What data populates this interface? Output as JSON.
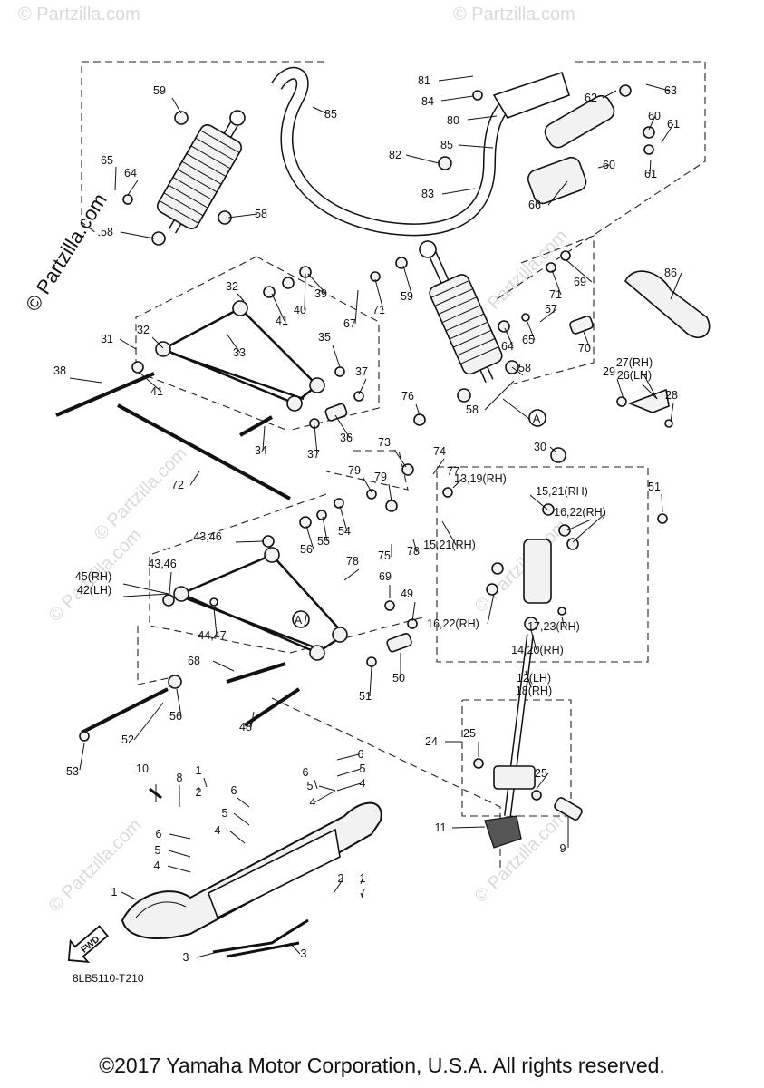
{
  "watermark": {
    "main": "© Partzilla.com",
    "faded": "© Partzilla.com"
  },
  "diagram_code": "8LB5110-T210",
  "fwd_label": "FWD",
  "copyright": "©2017 Yamaha Motor Corporation, U.S.A. All rights reserved.",
  "callouts": [
    "59",
    "85",
    "81",
    "84",
    "80",
    "62",
    "63",
    "60",
    "61",
    "65",
    "64",
    "58",
    "58",
    "82",
    "85",
    "83",
    "66",
    "60",
    "61",
    "86",
    "32",
    "40",
    "39",
    "41",
    "69",
    "67",
    "71",
    "59",
    "71",
    "57",
    "31",
    "32",
    "33",
    "35",
    "37",
    "64",
    "65",
    "70",
    "41",
    "38",
    "58",
    "34",
    "37",
    "36",
    "76",
    "58",
    "A",
    "27(RH)",
    "26(LH)",
    "29",
    "28",
    "30",
    "72",
    "73",
    "74",
    "79",
    "79",
    "77",
    "13,19(RH)",
    "15,21(RH)",
    "16,22(RH)",
    "51",
    "56",
    "55",
    "54",
    "43,46",
    "75",
    "78",
    "15,21(RH)",
    "43,46",
    "45(RH)",
    "42(LH)",
    "78",
    "69",
    "49",
    "A",
    "44,47",
    "16,22(RH)",
    "17,23(RH)",
    "14,20(RH)",
    "68",
    "51",
    "50",
    "12(LH)",
    "18(RH)",
    "56",
    "52",
    "48",
    "53",
    "24",
    "25",
    "25",
    "10",
    "8",
    "1",
    "2",
    "6",
    "5",
    "4",
    "6",
    "5",
    "4",
    "6",
    "5",
    "4",
    "6",
    "5",
    "4",
    "11",
    "9",
    "2",
    "1",
    "7",
    "1",
    "3",
    "3"
  ]
}
